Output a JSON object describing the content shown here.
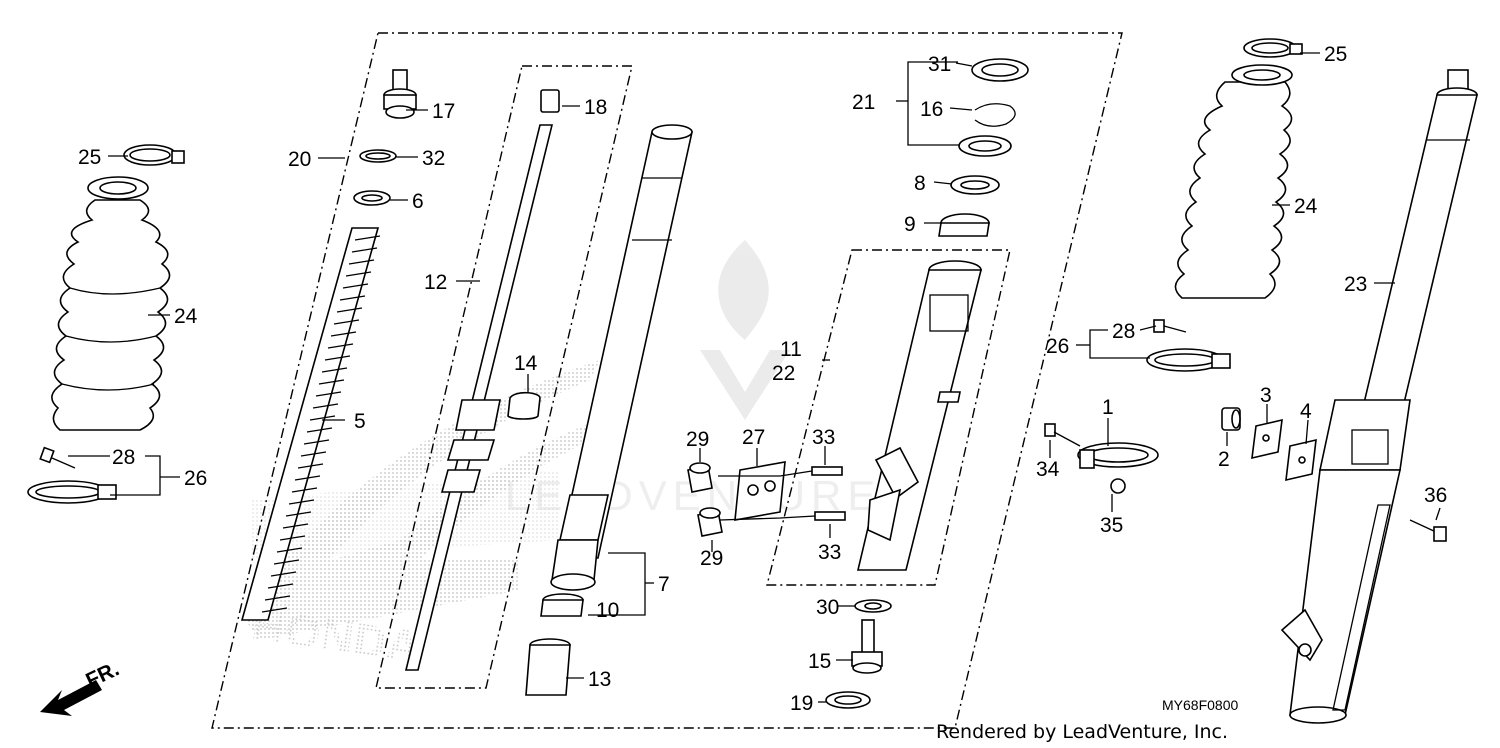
{
  "diagram": {
    "callouts": {
      "c25l": "25",
      "c24l": "24",
      "c28l": "28",
      "c26l": "26",
      "c20": "20",
      "c5": "5",
      "c17": "17",
      "c32": "32",
      "c6": "6",
      "c12": "12",
      "c18": "18",
      "c14": "14",
      "c7": "7",
      "c10": "10",
      "c13": "13",
      "c21": "21",
      "c31": "31",
      "c16": "16",
      "c8": "8",
      "c9": "9",
      "c11": "11",
      "c22": "22",
      "c29a": "29",
      "c29b": "29",
      "c27": "27",
      "c33a": "33",
      "c33b": "33",
      "c30": "30",
      "c15": "15",
      "c19": "19",
      "c25r": "25",
      "c24r": "24",
      "c23": "23",
      "c28r": "28",
      "c26r": "26",
      "c1": "1",
      "c34": "34",
      "c35": "35",
      "c2": "2",
      "c3": "3",
      "c4": "4",
      "c36": "36"
    },
    "direction_label": "FR.",
    "diagram_code": "MY68F0800",
    "credit": "Rendered by LeadVenture, Inc."
  },
  "colors": {
    "ink": "#000000",
    "background": "#ffffff",
    "watermark": "#c8c8c8"
  }
}
